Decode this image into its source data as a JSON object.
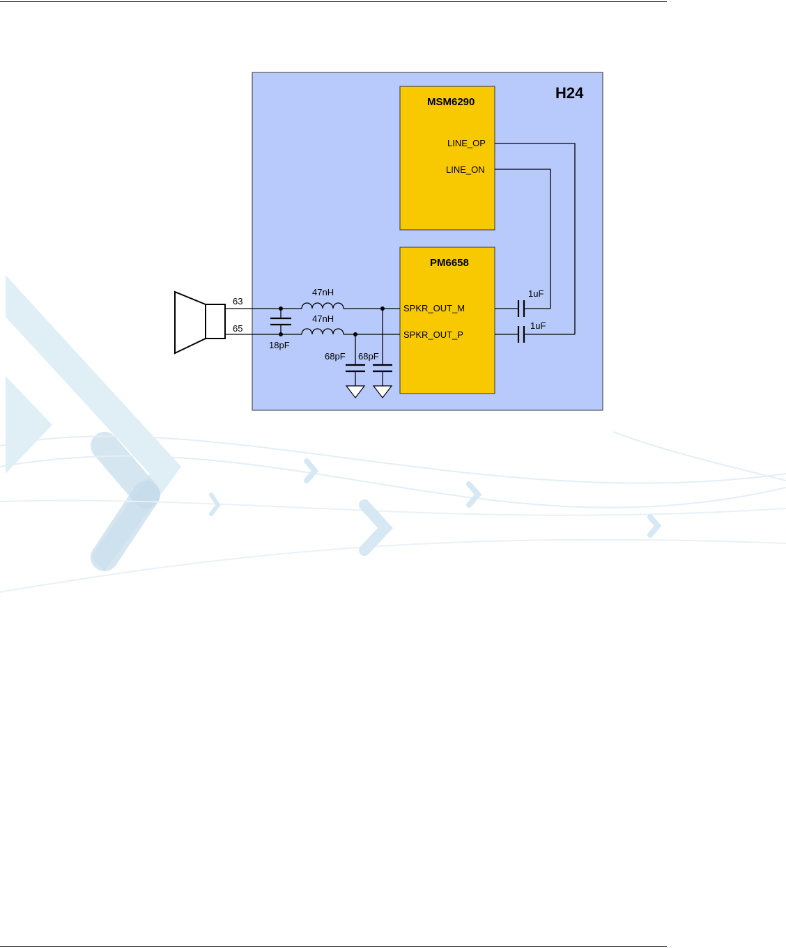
{
  "diagram": {
    "module_label": "H24",
    "chips": {
      "msm": {
        "name": "MSM6290",
        "pins": [
          "LINE_OP",
          "LINE_ON"
        ]
      },
      "pm": {
        "name": "PM6658",
        "pins": [
          "SPKR_OUT_M",
          "SPKR_OUT_P"
        ]
      }
    },
    "pins": {
      "top": "63",
      "bottom": "65"
    },
    "components": {
      "inductor_top": "47nH",
      "inductor_bottom": "47nH",
      "cap_shunt": "18pF",
      "cap_gnd_1": "68pF",
      "cap_gnd_2": "68pF",
      "cap_series_top": "1uF",
      "cap_series_bottom": "1uF"
    }
  },
  "colors": {
    "module_fill": "#b8cafc",
    "chip_fill": "#f8c800",
    "watermark": "#d6e8f3"
  }
}
